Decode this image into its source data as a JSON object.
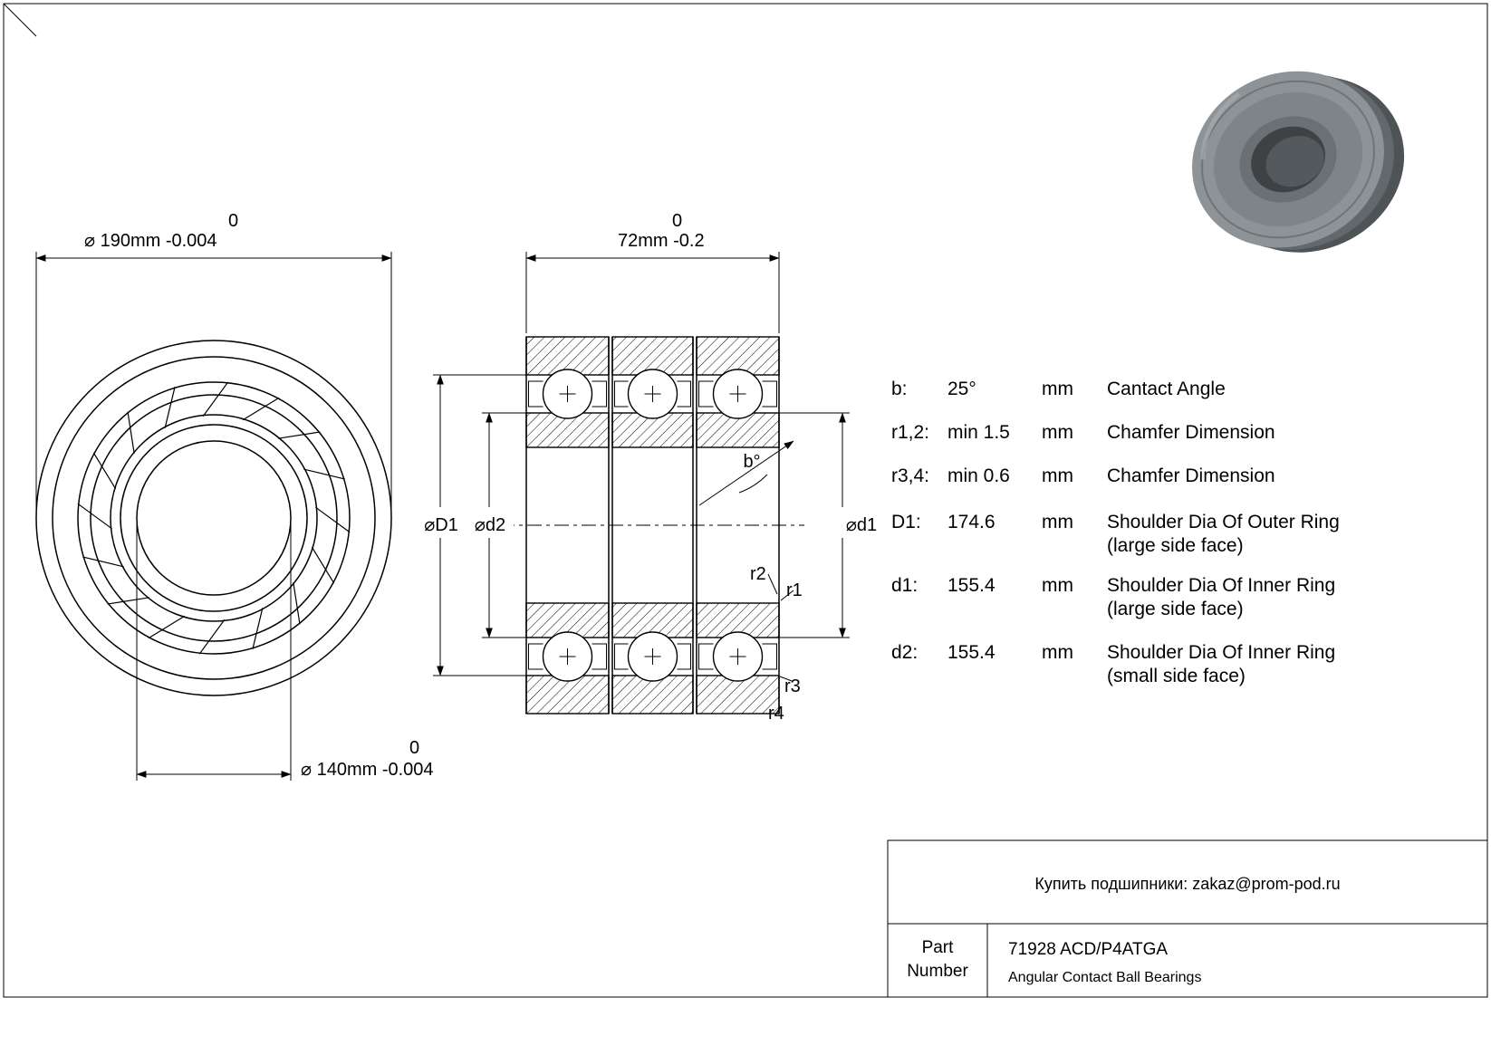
{
  "front_view": {
    "od_tol": "0",
    "od_label": "⌀ 190mm -0.004",
    "bore_tol": "0",
    "bore_label": "⌀ 140mm -0.004"
  },
  "section_view": {
    "width_tol": "0",
    "width_label": "72mm -0.2",
    "label_D1": "⌀D1",
    "label_d2": "⌀d2",
    "label_d1": "⌀d1",
    "label_angle": "b°",
    "label_r1": "r1",
    "label_r2": "r2",
    "label_r3": "r3",
    "label_r4": "r4"
  },
  "specs": [
    {
      "param": "b:",
      "value": "25°",
      "unit": "mm",
      "desc1": "Cantact Angle",
      "desc2": ""
    },
    {
      "param": "r1,2:",
      "value": "min 1.5",
      "unit": "mm",
      "desc1": "Chamfer Dimension",
      "desc2": ""
    },
    {
      "param": "r3,4:",
      "value": "min 0.6",
      "unit": "mm",
      "desc1": "Chamfer Dimension",
      "desc2": ""
    },
    {
      "param": "D1:",
      "value": "174.6",
      "unit": "mm",
      "desc1": "Shoulder Dia Of Outer Ring",
      "desc2": "(large side face)"
    },
    {
      "param": "d1:",
      "value": "155.4",
      "unit": "mm",
      "desc1": "Shoulder Dia Of Inner Ring",
      "desc2": "(large side face)"
    },
    {
      "param": "d2:",
      "value": "155.4",
      "unit": "mm",
      "desc1": "Shoulder Dia Of Inner Ring",
      "desc2": "(small side face)"
    }
  ],
  "title_block": {
    "contact": "Купить подшипники: zakaz@prom-pod.ru",
    "part_label_line1": "Part",
    "part_label_line2": "Number",
    "part_number": "71928 ACD/P4ATGA",
    "category": "Angular Contact Ball Bearings"
  }
}
